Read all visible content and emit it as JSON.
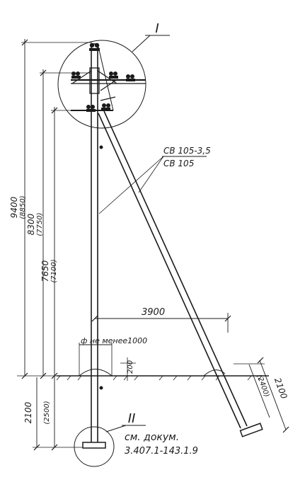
{
  "callouts": {
    "top_detail": "I",
    "bottom_detail": "II"
  },
  "labels": {
    "strut_top": "СВ 105-3,5",
    "strut_bottom": "СВ 105",
    "reference_line1": "см. докум.",
    "reference_line2": "3.407.1-143.1.9",
    "spacing_note": "ф не менее1000"
  },
  "dimensions": {
    "total_height": "9400",
    "total_height_alt": "(8850)",
    "cross_arm_height": "8300",
    "cross_arm_height_alt": "(7750)",
    "lower_arm_height": "7650",
    "lower_arm_height_alt": "(7100)",
    "pole_embed": "2100",
    "pole_embed_alt": "(2500)",
    "strut_horizontal": "3900",
    "strut_embed": "2100",
    "strut_embed_alt": "(2400)",
    "mound_height": "200"
  },
  "colors": {
    "ink": "#1a1a1a",
    "paper": "#ffffff"
  }
}
